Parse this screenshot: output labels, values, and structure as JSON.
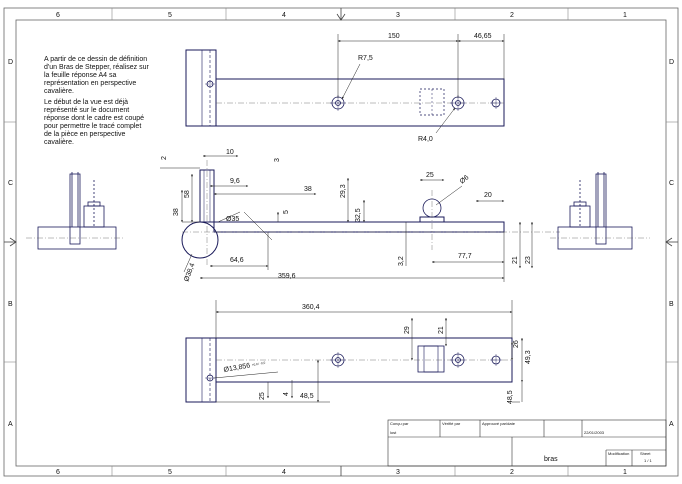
{
  "frame": {
    "columns": [
      "6",
      "5",
      "4",
      "3",
      "2",
      "1"
    ],
    "rows": [
      "D",
      "C",
      "B",
      "A"
    ]
  },
  "instructions": [
    "A partir de ce dessin de définition",
    "d'un Bras de Stepper, réalisez sur",
    "la feuille réponse A4 sa",
    "représentation en perspective",
    "cavalière.",
    "Le début de la vue est déjà",
    "représenté sur le document",
    "réponse dont le cadre est coupé",
    "pour permettre le tracé complet",
    "de la pièce en perspective",
    "cavalière."
  ],
  "dimensions": {
    "top_150": "150",
    "top_46_65": "46,65",
    "top_r7_5": "R7,5",
    "top_r4_0": "R4,0",
    "front_2": "2",
    "front_10": "10",
    "front_3": "3",
    "front_9_6": "9,6",
    "front_38a": "38",
    "front_38b": "38",
    "front_58": "58",
    "front_5": "5",
    "front_phi35": "Ø35",
    "front_phi38_4": "Ø38,4",
    "front_64_6": "64,6",
    "front_359_6": "359,6",
    "front_29_3": "29,3",
    "front_32_5": "32,5",
    "front_25": "25",
    "front_phi6": "Ø6",
    "front_20": "20",
    "front_3_2": "3,2",
    "front_77_7": "77,7",
    "front_21": "21",
    "front_23": "23",
    "bottom_360_4": "360,4",
    "bottom_29": "29",
    "bottom_21": "21",
    "bottom_phi13_856": "Ø13,856",
    "bottom_tol": "+0,0 / -0,0",
    "bottom_25": "25",
    "bottom_4": "4",
    "bottom_48_5a": "48,5",
    "bottom_48_5b": "48,5",
    "bottom_26": "26",
    "bottom_49_3": "49,3"
  },
  "title_block": {
    "concu_par": "Conçu par",
    "concu_name": "lost",
    "verifie_par": "Vérifié par",
    "approuve_par": "Approuvé par/date",
    "date": "22/01/2003",
    "title": "bras",
    "modification": "Modification",
    "sheet": "Sheet",
    "sheet_value": "1 / 1"
  }
}
